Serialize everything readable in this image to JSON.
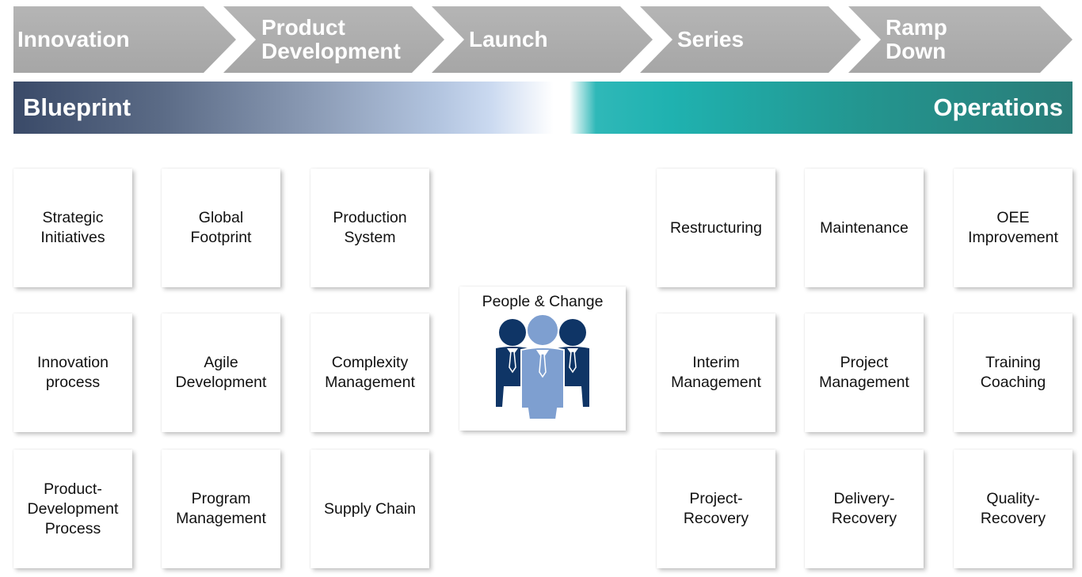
{
  "phases": [
    {
      "label": "Innovation"
    },
    {
      "label": "Product\nDevelopment"
    },
    {
      "label": "Launch"
    },
    {
      "label": "Series"
    },
    {
      "label": "Ramp\nDown"
    }
  ],
  "band": {
    "left": "Blueprint",
    "right": "Operations"
  },
  "blueprint_tiles": [
    "Strategic\nInitiatives",
    "Global\nFootprint",
    "Production\nSystem",
    "Innovation\nprocess",
    "Agile\nDevelopment",
    "Complexity\nManagement",
    "Product-\nDevelopment\nProcess",
    "Program\nManagement",
    "Supply Chain"
  ],
  "center": {
    "title": "People & Change",
    "icon": "people-group-icon"
  },
  "operations_tiles": [
    "Restructuring",
    "Maintenance",
    "OEE\nImprovement",
    "Interim\nManagement",
    "Project\nManagement",
    "Training\nCoaching",
    "Project-\nRecovery",
    "Delivery-\nRecovery",
    "Quality-\nRecovery"
  ],
  "colors": {
    "chevron": "#adadad",
    "band_dark": "#3a4a68",
    "band_teal": "#1fb2b0",
    "people_dark": "#0f3566",
    "people_light": "#7e9fd0"
  }
}
